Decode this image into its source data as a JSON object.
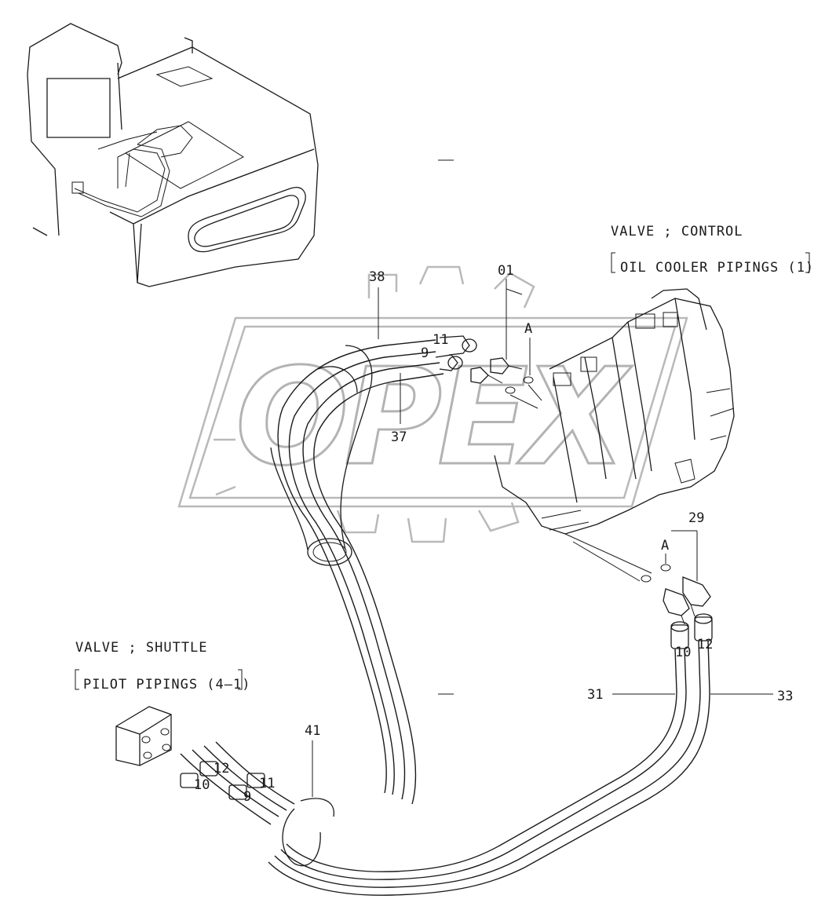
{
  "watermark": {
    "text": "OPEX"
  },
  "captions": {
    "control_valve_title": "VALVE ; CONTROL",
    "control_valve_ref": "OIL COOLER PIPINGS (1)",
    "shuttle_valve_title": "VALVE ; SHUTTLE",
    "shuttle_valve_ref": "PILOT PIPINGS (4–1)"
  },
  "callouts": {
    "p38": "38",
    "p01": "01",
    "pA_top": "A",
    "p11_top": "11",
    "p9_top": "9",
    "p37": "37",
    "p29": "29",
    "pA_bottom": "A",
    "p10_right": "10",
    "p12_right": "12",
    "p31": "31",
    "p33": "33",
    "p41": "41",
    "p12_left": "12",
    "p10_left": "10",
    "p11_left": "11",
    "p9_left": "9"
  }
}
